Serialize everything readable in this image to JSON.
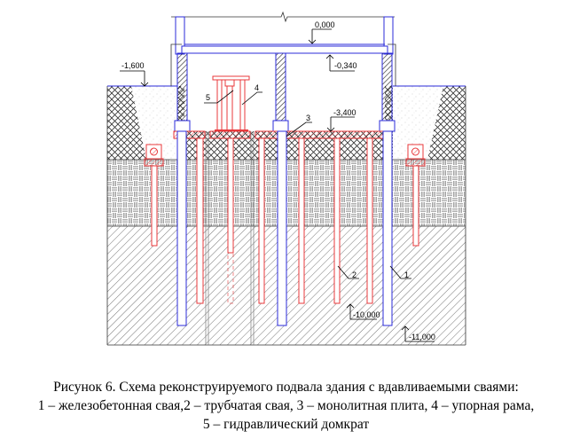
{
  "levels": {
    "top": "0,000",
    "slab_bottom": "-0,340",
    "ground": "-1,600",
    "basement_floor": "-3,400",
    "pile_tip_tube": "-10,000",
    "pile_tip_concrete": "-11,000"
  },
  "callouts": {
    "c1": "1",
    "c2": "2",
    "c3": "3",
    "c4": "4",
    "c5": "5"
  },
  "caption": {
    "line1": "Рисунок 6. Схема реконструируемого подвала здания с вдавливаемыми сваями:",
    "line2": "1 – железобетонная свая,2 – трубчатая свая, 3 – монолитная плита, 4 – упорная рама,",
    "line3": "5 – гидравлический домкрат"
  },
  "colors": {
    "concrete_pile": "#2b2bd9",
    "tube_pile": "#e8383b"
  }
}
